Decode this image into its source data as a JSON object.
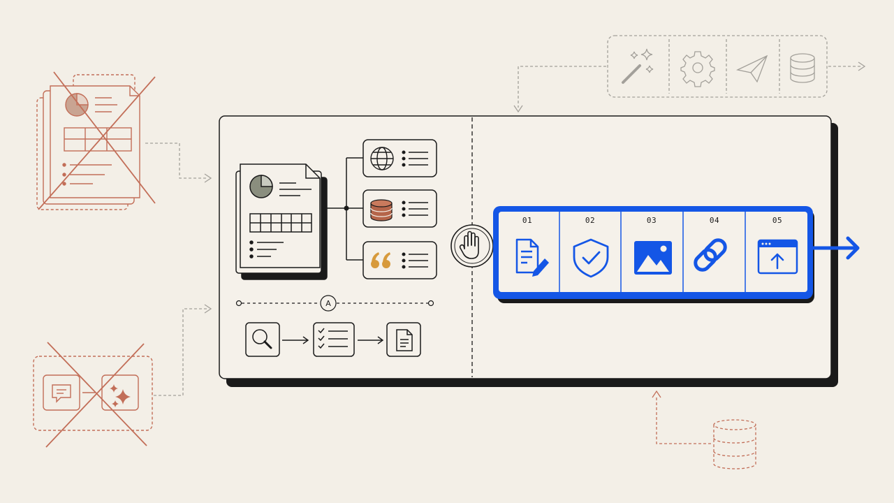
{
  "colors": {
    "background": "#f3efe7",
    "ink": "#1a1a1a",
    "rejected": "#c26e58",
    "accent_blue": "#1456e6",
    "dashed_gray": "#a3a09a",
    "database_brown": "#b5654a",
    "quote_gold": "#d79a3c",
    "pie_gray": "#8a8e7e"
  },
  "pipeline": {
    "steps": [
      {
        "label": "01",
        "icon": "document-edit-icon"
      },
      {
        "label": "02",
        "icon": "shield-check-icon"
      },
      {
        "label": "03",
        "icon": "image-icon"
      },
      {
        "label": "04",
        "icon": "link-icon"
      },
      {
        "label": "05",
        "icon": "upload-window-icon"
      }
    ]
  },
  "sources": [
    "globe-icon",
    "database-icon",
    "quote-icon"
  ],
  "marker": {
    "label": "A"
  },
  "tools": [
    "magic-wand-icon",
    "gear-icon",
    "paper-plane-icon",
    "database-icon"
  ]
}
